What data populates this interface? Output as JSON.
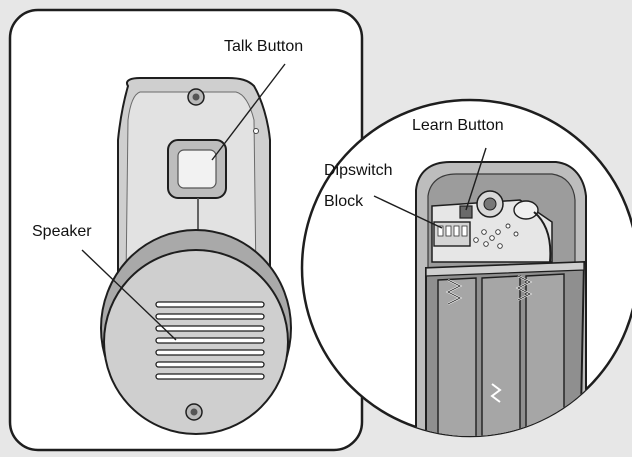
{
  "labels": {
    "talk_button": "Talk Button",
    "speaker": "Speaker",
    "learn_button": "Learn Button",
    "dipswitch_line1": "Dipswitch",
    "dipswitch_line2": "Block"
  },
  "colors": {
    "background": "#e7e7e7",
    "panel": "#ffffff",
    "outline": "#1e1e1e",
    "device_body": "#cfcfcf",
    "device_shade": "#a9a9a9",
    "battery_case": "#8f8f8f"
  }
}
